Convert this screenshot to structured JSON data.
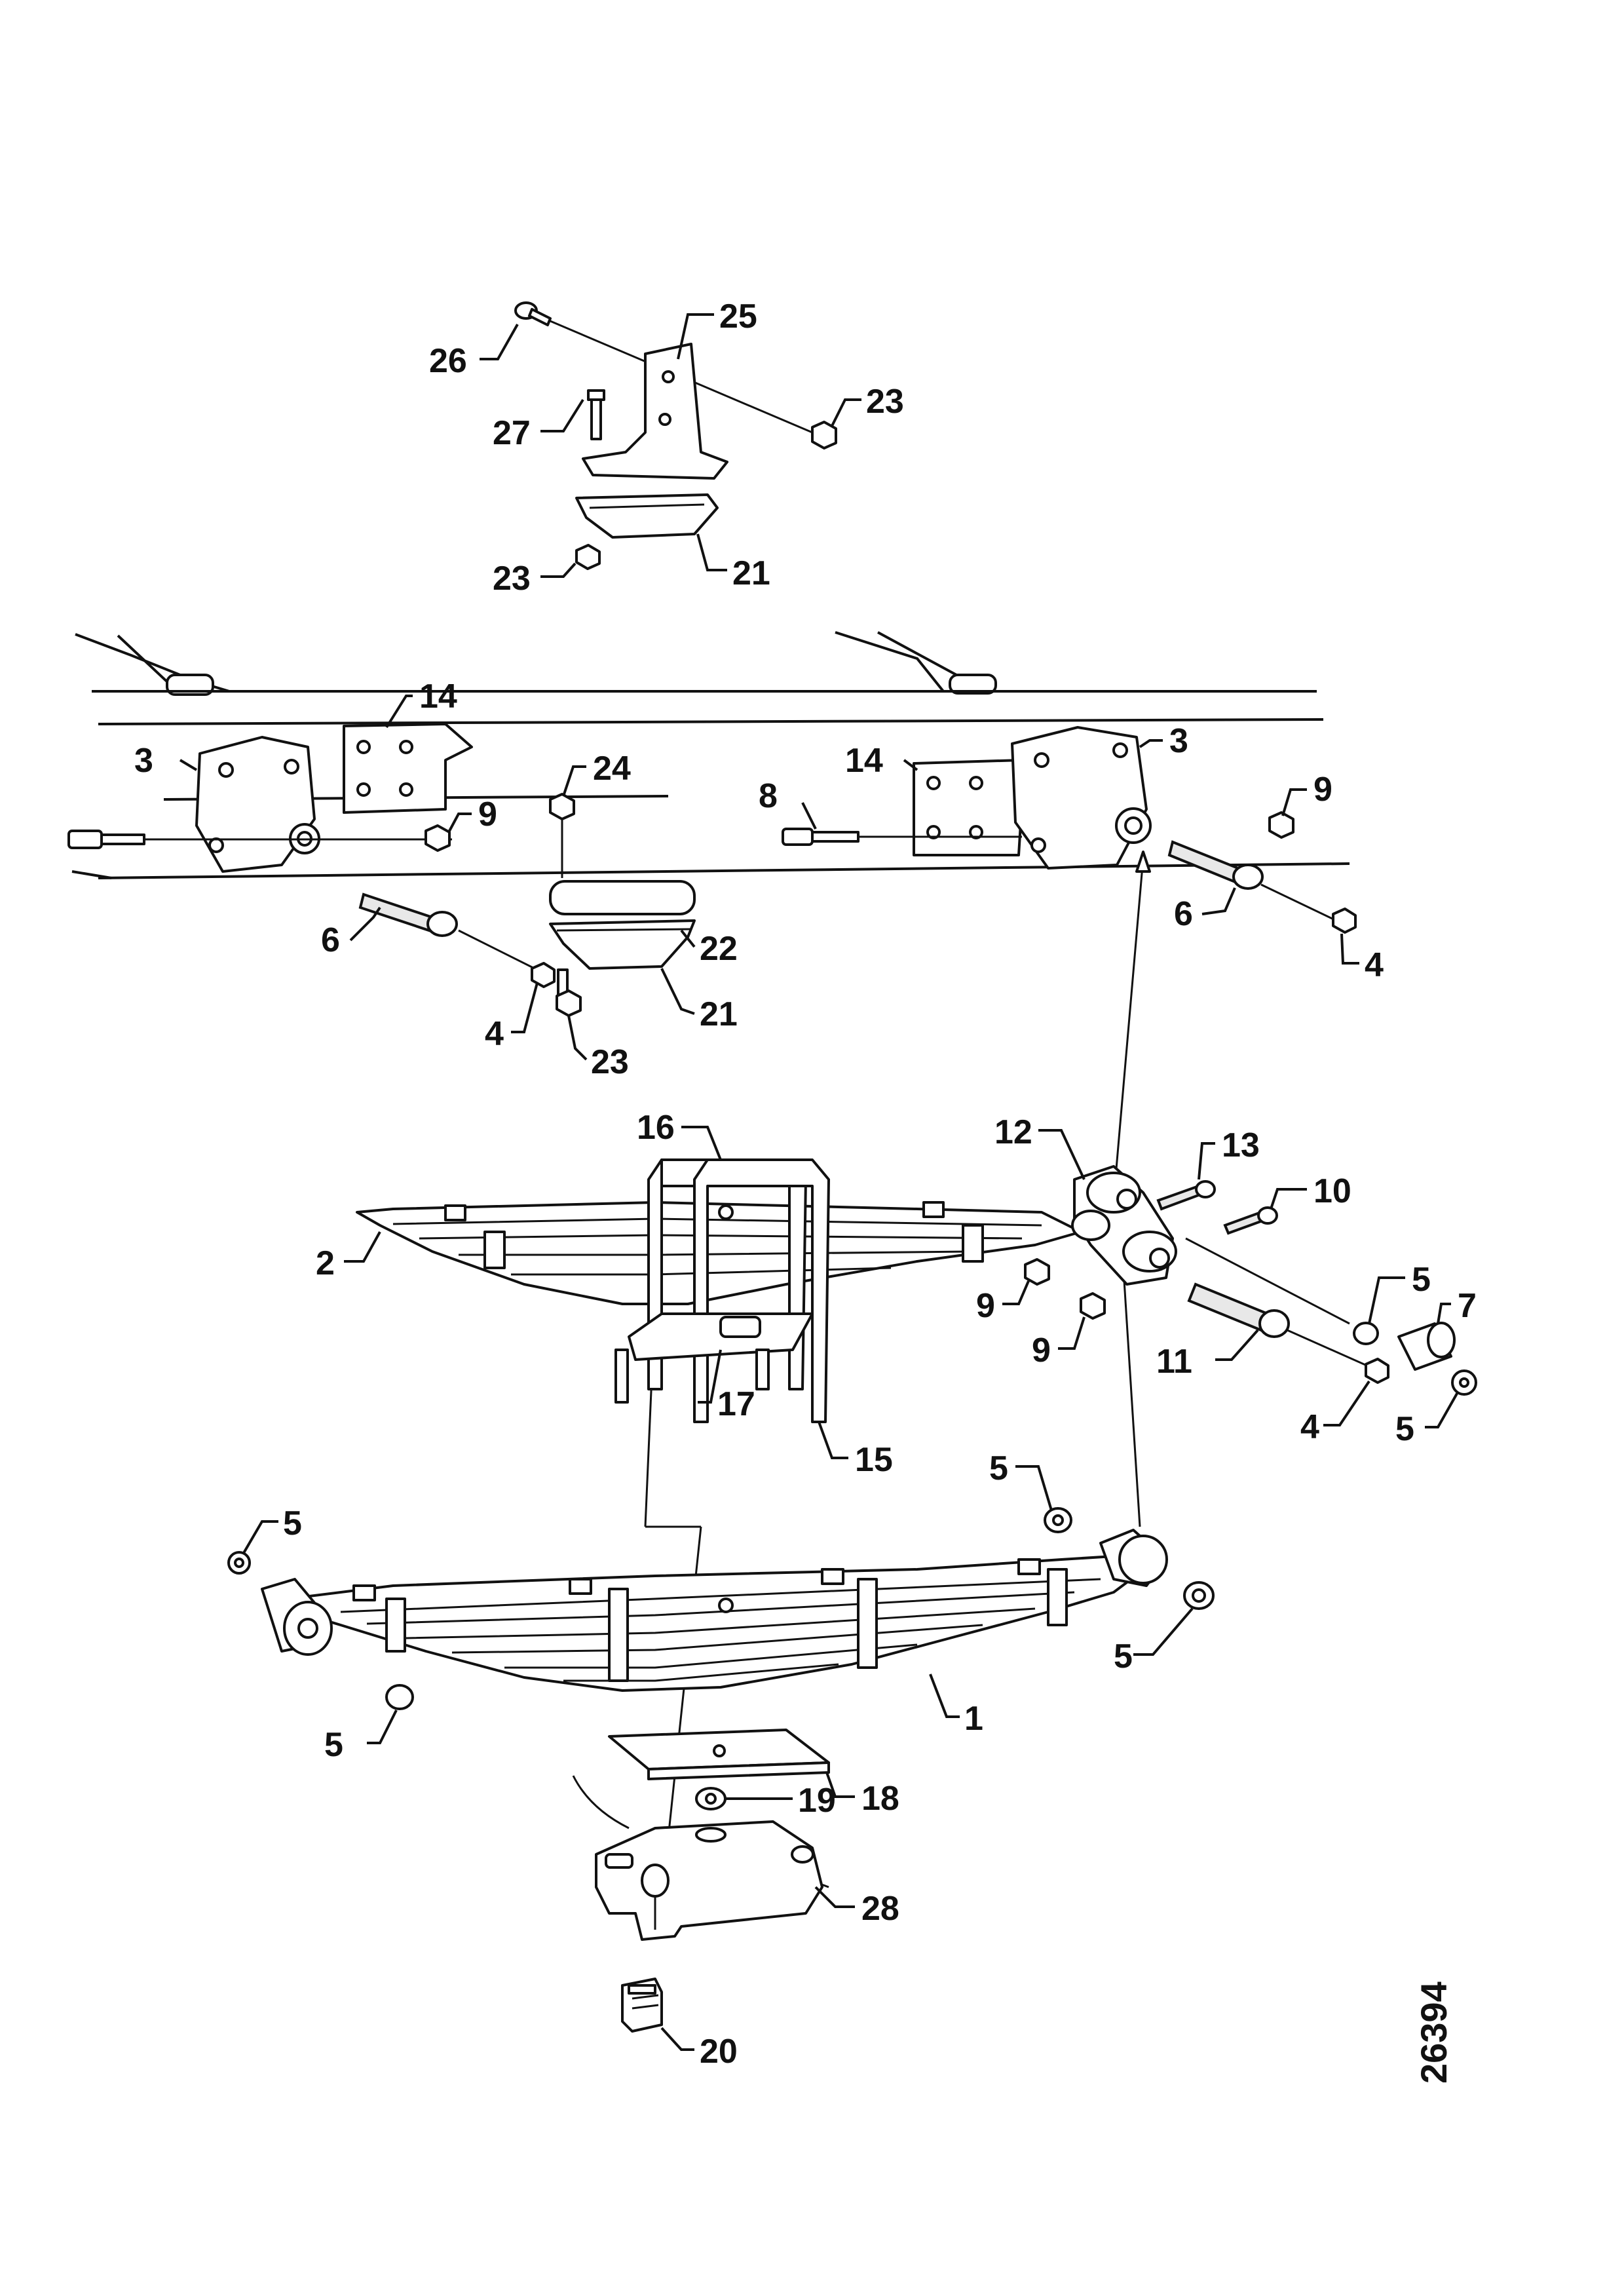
{
  "drawing_number": "26394",
  "callouts": [
    {
      "id": "c26",
      "text": "26"
    },
    {
      "id": "c25",
      "text": "25"
    },
    {
      "id": "c27",
      "text": "27"
    },
    {
      "id": "c23a",
      "text": "23"
    },
    {
      "id": "c23b",
      "text": "23"
    },
    {
      "id": "c21a",
      "text": "21"
    },
    {
      "id": "c14a",
      "text": "14"
    },
    {
      "id": "c3a",
      "text": "3"
    },
    {
      "id": "c9a",
      "text": "9"
    },
    {
      "id": "c24",
      "text": "24"
    },
    {
      "id": "c14b",
      "text": "14"
    },
    {
      "id": "c3b",
      "text": "3"
    },
    {
      "id": "c9b",
      "text": "9"
    },
    {
      "id": "c8",
      "text": "8"
    },
    {
      "id": "c6a",
      "text": "6"
    },
    {
      "id": "c22",
      "text": "22"
    },
    {
      "id": "c21b",
      "text": "21"
    },
    {
      "id": "c4a",
      "text": "4"
    },
    {
      "id": "c23c",
      "text": "23"
    },
    {
      "id": "c6b",
      "text": "6"
    },
    {
      "id": "c4b",
      "text": "4"
    },
    {
      "id": "c16",
      "text": "16"
    },
    {
      "id": "c12",
      "text": "12"
    },
    {
      "id": "c13",
      "text": "13"
    },
    {
      "id": "c10",
      "text": "10"
    },
    {
      "id": "c2",
      "text": "2"
    },
    {
      "id": "c9c",
      "text": "9"
    },
    {
      "id": "c9d",
      "text": "9"
    },
    {
      "id": "c5a",
      "text": "5"
    },
    {
      "id": "c7",
      "text": "7"
    },
    {
      "id": "c11",
      "text": "11"
    },
    {
      "id": "c17",
      "text": "17"
    },
    {
      "id": "c15",
      "text": "15"
    },
    {
      "id": "c4c",
      "text": "4"
    },
    {
      "id": "c5b",
      "text": "5"
    },
    {
      "id": "c5c",
      "text": "5"
    },
    {
      "id": "c5d",
      "text": "5"
    },
    {
      "id": "c5e",
      "text": "5"
    },
    {
      "id": "c1",
      "text": "1"
    },
    {
      "id": "c5f",
      "text": "5"
    },
    {
      "id": "c19",
      "text": "19"
    },
    {
      "id": "c18",
      "text": "18"
    },
    {
      "id": "c28",
      "text": "28"
    },
    {
      "id": "c20",
      "text": "20"
    }
  ]
}
